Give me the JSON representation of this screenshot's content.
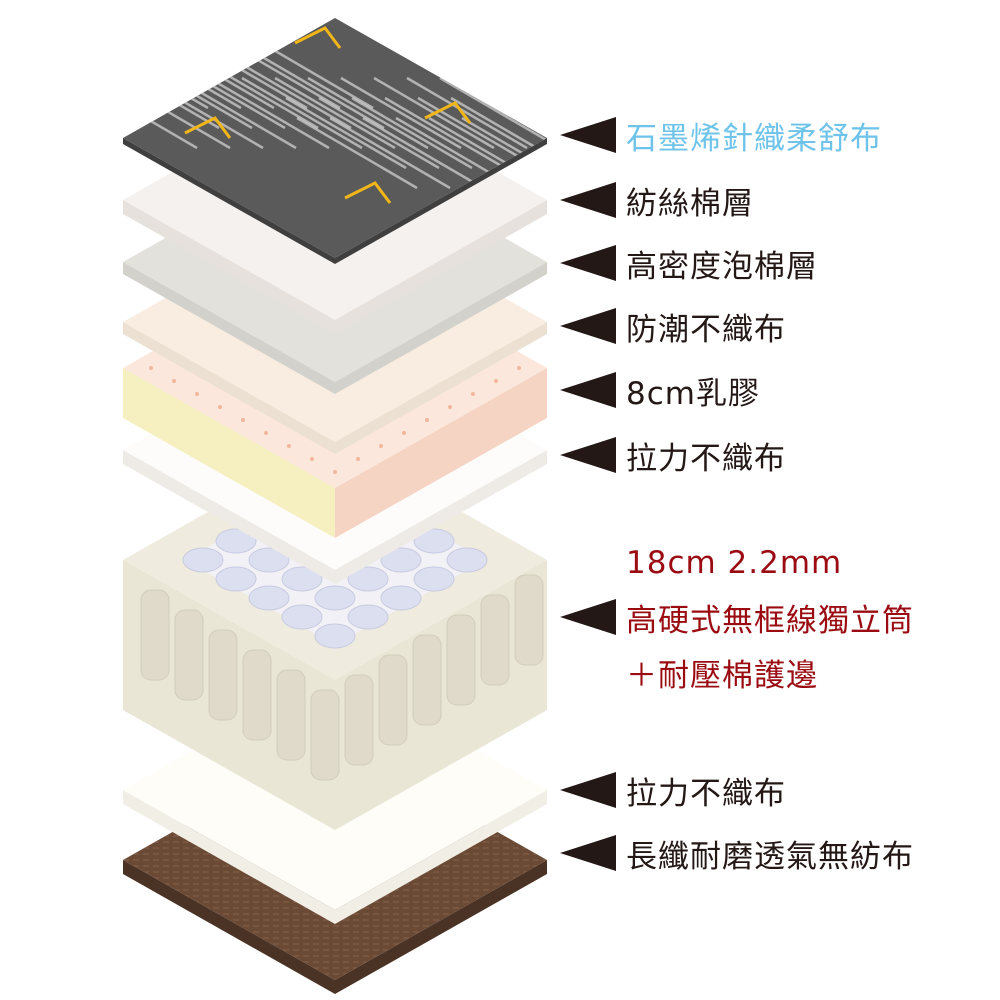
{
  "layers": [
    {
      "name": "graphene-knit-fabric",
      "label": "石墨烯針織柔舒布",
      "label_color": "#6ec3ea",
      "top": "#5a5a5a",
      "side": "#3f3f3f"
    },
    {
      "name": "fiber-cotton-layer",
      "label": "紡絲棉層",
      "top": "#f4f1ef",
      "side": "#e6e1dd"
    },
    {
      "name": "high-density-foam-layer",
      "label": "高密度泡棉層",
      "top": "#e2e1dc",
      "side": "#d3d1cb"
    },
    {
      "name": "moisture-proof-nonwoven",
      "label": "防潮不織布",
      "top": "#f8ede0",
      "side": "#ece0d2"
    },
    {
      "name": "latex-8cm",
      "label": "8cm乳膠",
      "top": "#fbe7dc",
      "side_left": "#f6efbf",
      "side_right": "#f6d4c3",
      "dots": "#f2b79c"
    },
    {
      "name": "tension-nonwoven-top",
      "label": "拉力不織布",
      "top": "#fdfcfa",
      "side": "#eeebe6"
    },
    {
      "name": "spring-unit",
      "label_lines": [
        "18cm 2.2mm",
        "高硬式無框線獨立筒",
        "＋耐壓棉護邊"
      ],
      "label_color": "#9b0c12",
      "top": "#ece8d8",
      "side": "#e3dfcd",
      "coil": "#dcdff0"
    },
    {
      "name": "tension-nonwoven-bottom",
      "label": "拉力不織布",
      "top": "#fefdf8",
      "side": "#f1eee6"
    },
    {
      "name": "breathable-nonwoven",
      "label": "長纖耐磨透氣無紡布",
      "top": "#6b4a35",
      "side": "#4a3224"
    }
  ]
}
